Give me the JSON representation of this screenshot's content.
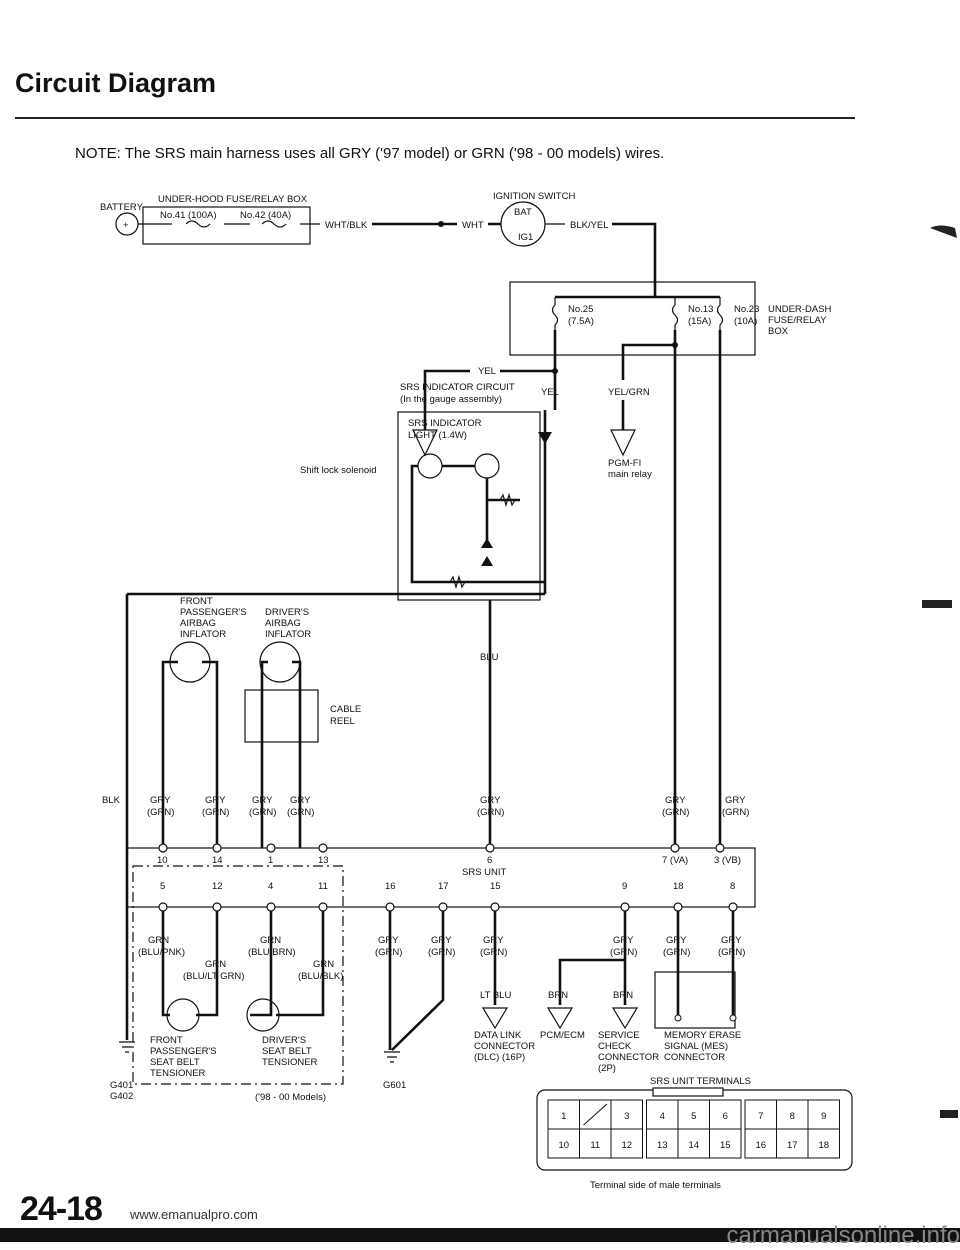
{
  "page": {
    "title": "Circuit Diagram",
    "page_number": "24-18",
    "url": "www.emanualpro.com",
    "watermark": "carmanualsonline.info"
  },
  "note": "NOTE: The SRS main harness uses all GRY ('97 model) or GRN ('98 - 00 models) wires.",
  "top": {
    "battery": "BATTERY",
    "uh_box": "UNDER-HOOD FUSE/RELAY BOX",
    "fuse41": "No.41 (100A)",
    "fuse42": "No.42 (40A)",
    "wht_blk": "WHT/BLK",
    "wht": "WHT",
    "ign": "IGNITION SWITCH",
    "bat": "BAT",
    "ig1": "IG1",
    "blk_yel": "BLK/YEL"
  },
  "dash": {
    "box1": "UNDER-DASH",
    "box2": "FUSE/RELAY",
    "box3": "BOX",
    "f25a": "No.25",
    "f25b": "(7.5A)",
    "f13a": "No.13",
    "f13b": "(15A)",
    "f23a": "No.23",
    "f23b": "(10A)"
  },
  "mid": {
    "yel": "YEL",
    "yel2": "YEL",
    "yel_grn": "YEL/GRN",
    "shift": "Shift lock solenoid",
    "ind1": "SRS INDICATOR CIRCUIT",
    "ind2": "(In the gauge assembly)",
    "light1": "SRS INDICATOR",
    "light2": "LIGHT (1.4W)",
    "pgm1": "PGM-FI",
    "pgm2": "main relay",
    "blu": "BLU",
    "blk": "BLK"
  },
  "airbag": {
    "fp1": "FRONT",
    "fp2": "PASSENGER'S",
    "fp3": "AIRBAG",
    "fp4": "INFLATOR",
    "dr1": "DRIVER'S",
    "dr2": "AIRBAG",
    "dr3": "INFLATOR",
    "cr1": "CABLE",
    "cr2": "REEL",
    "gry": "GRY",
    "grn": "(GRN)"
  },
  "srs_unit": {
    "label": "SRS UNIT",
    "top_pins": [
      "10",
      "14",
      "1",
      "13",
      "6",
      "7 (VA)",
      "3 (VB)"
    ],
    "bottom_pins": [
      "5",
      "12",
      "4",
      "11",
      "16",
      "17",
      "15",
      "9",
      "18",
      "8"
    ]
  },
  "lower": {
    "grn": "GRN",
    "blu_pnk": "(BLU/PNK)",
    "blu_brn": "(BLU/BRN)",
    "blu_ltgrn": "(BLU/LT GRN)",
    "blu_blk": "(BLU/BLK)",
    "lt_blu": "LT BLU",
    "brn": "BRN",
    "fpt1": "FRONT",
    "fpt2": "PASSENGER'S",
    "fpt3": "SEAT BELT",
    "fpt4": "TENSIONER",
    "drt1": "DRIVER'S",
    "drt2": "SEAT BELT",
    "drt3": "TENSIONER",
    "models": "('98 - 00 Models)",
    "g401": "G401",
    "g402": "G402",
    "g601": "G601",
    "dlc1": "DATA LINK",
    "dlc2": "CONNECTOR",
    "dlc3": "(DLC) (16P)",
    "pcm": "PCM/ECM",
    "scc1": "SERVICE",
    "scc2": "CHECK",
    "scc3": "CONNECTOR",
    "scc4": "(2P)",
    "mes1": "MEMORY ERASE",
    "mes2": "SIGNAL (MES)",
    "mes3": "CONNECTOR"
  },
  "terminals": {
    "title": "SRS UNIT TERMINALS",
    "row1": [
      "1",
      "",
      "3",
      "4",
      "5",
      "6",
      "7",
      "8",
      "9"
    ],
    "row2": [
      "10",
      "11",
      "12",
      "13",
      "14",
      "15",
      "16",
      "17",
      "18"
    ],
    "caption": "Terminal side of male terminals"
  }
}
